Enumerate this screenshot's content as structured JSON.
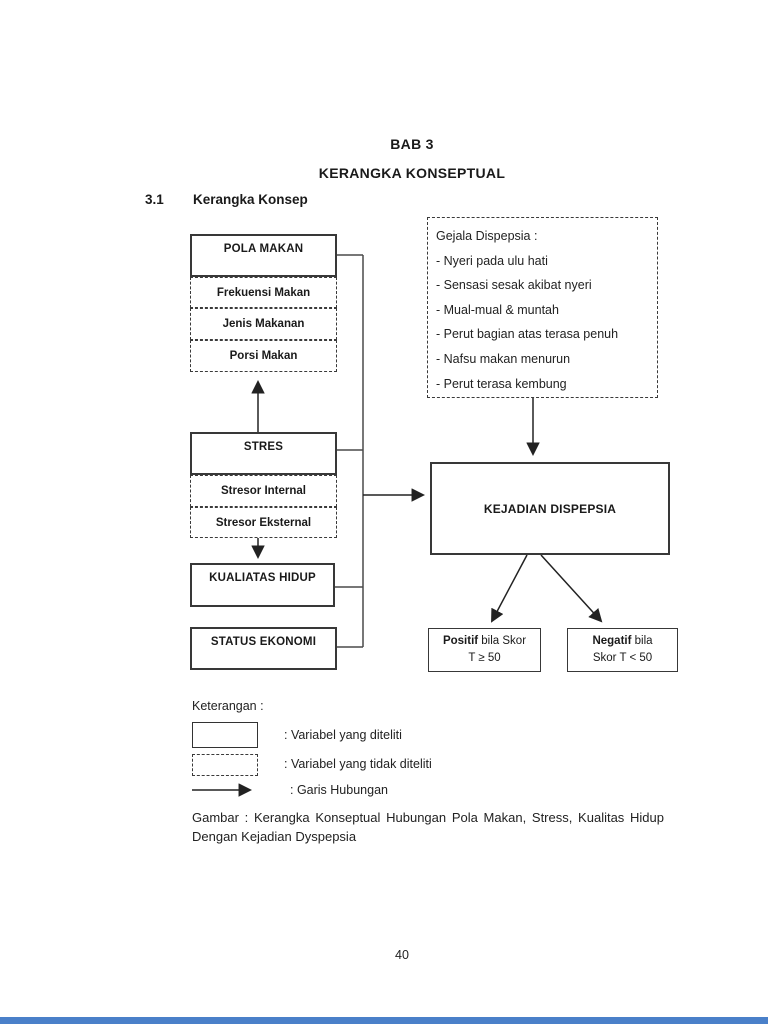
{
  "page": {
    "chapter_title": "BAB 3",
    "page_title": "KERANGKA KONSEPTUAL",
    "section_number": "3.1",
    "section_title": "Kerangka Konsep",
    "page_number": "40"
  },
  "diagram": {
    "pola_makan": "POLA MAKAN",
    "frekuensi_makan": "Frekuensi Makan",
    "jenis_makanan": "Jenis Makanan",
    "porsi_makan": "Porsi Makan",
    "stres": "STRES",
    "stresor_internal": "Stresor Internal",
    "stresor_eksternal": "Stresor Eksternal",
    "kualiatas_hidup": "KUALIATAS HIDUP",
    "status_ekonomi": "STATUS EKONOMI",
    "gejala": {
      "title": "Gejala Dispepsia :",
      "items": [
        "- Nyeri pada ulu hati",
        "- Sensasi sesak akibat nyeri",
        "- Mual-mual & muntah",
        "- Perut bagian atas terasa penuh",
        "- Nafsu makan menurun",
        "- Perut terasa kembung"
      ]
    },
    "kejadian_dispepsia": "KEJADIAN DISPEPSIA",
    "positif": {
      "bold": "Positif",
      "rest": " bila Skor",
      "line2": "T ≥ 50"
    },
    "negatif": {
      "bold": "Negatif",
      "rest": " bila",
      "line2": "Skor T < 50"
    }
  },
  "legend": {
    "title": "Keterangan :",
    "solid_label": ": Variabel yang diteliti",
    "dashed_label": ": Variabel yang tidak diteliti",
    "arrow_label": ": Garis Hubungan"
  },
  "caption": "Gambar : Kerangka Konseptual Hubungan Pola Makan, Stress, Kualitas Hidup Dengan Kejadian Dyspepsia"
}
